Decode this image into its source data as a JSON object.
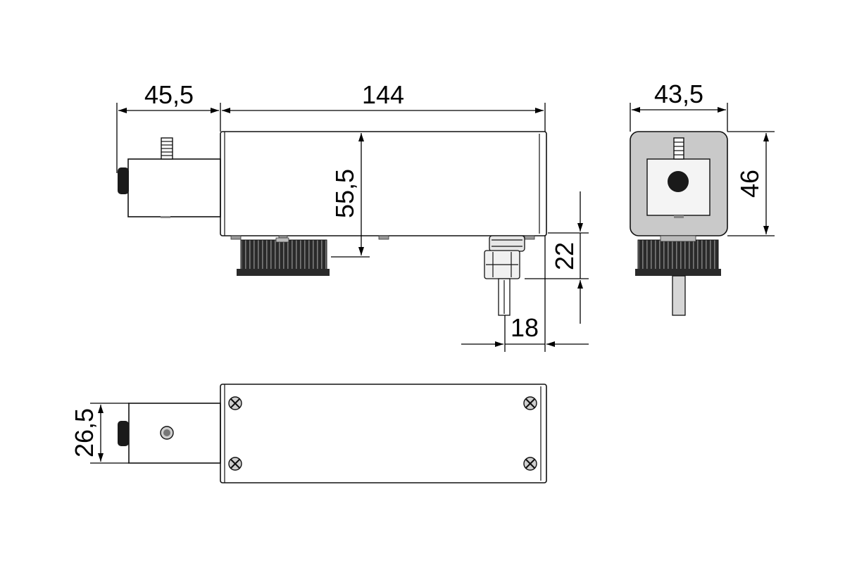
{
  "dimensions": {
    "housing_length": "144",
    "adapter_length": "45,5",
    "housing_height": "55,5",
    "end_width": "43,5",
    "end_height": "46",
    "shaft_offset": "22",
    "shaft_position": "18",
    "adapter_height": "26,5"
  },
  "colors": {
    "body_fill": "#f8f8f8",
    "end_face_fill": "#c9c9c9",
    "gear_fill": "#2a2a2a",
    "knob_fill": "#1a1a1a",
    "line": "#111111"
  },
  "icons": {
    "screw": "phillips-screw-icon",
    "knob": "knob-icon",
    "gear": "pulley-gear-icon"
  }
}
